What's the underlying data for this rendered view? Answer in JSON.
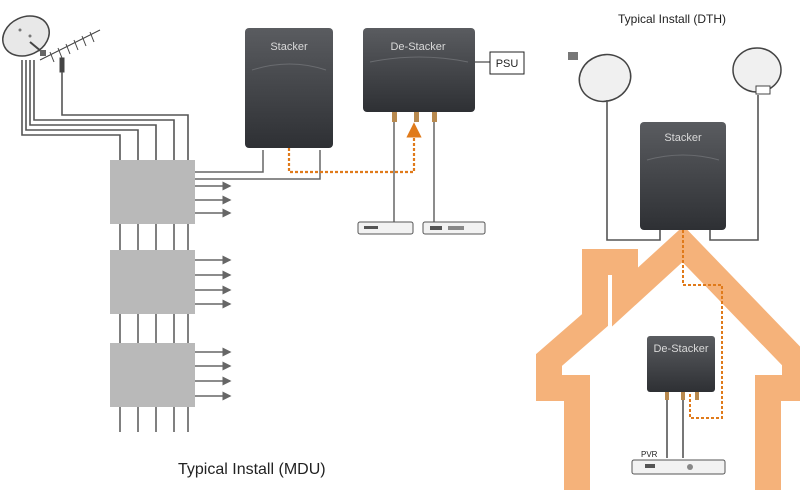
{
  "captions": {
    "mdu": "Typical Install (MDU)",
    "dth": "Typical Install (DTH)"
  },
  "devices": {
    "stacker_mdu": "Stacker",
    "destacker_mdu": "De-Stacker",
    "psu": "PSU",
    "stacker_dth": "Stacker",
    "destacker_dth": "De-Stacker",
    "pvr": "PVR"
  },
  "colors": {
    "house": "#f5b27a",
    "coax_orange": "#e07a1a",
    "device_body": "#3e4044",
    "multiswitch": "#b9b9b9",
    "cable": "#555555"
  }
}
